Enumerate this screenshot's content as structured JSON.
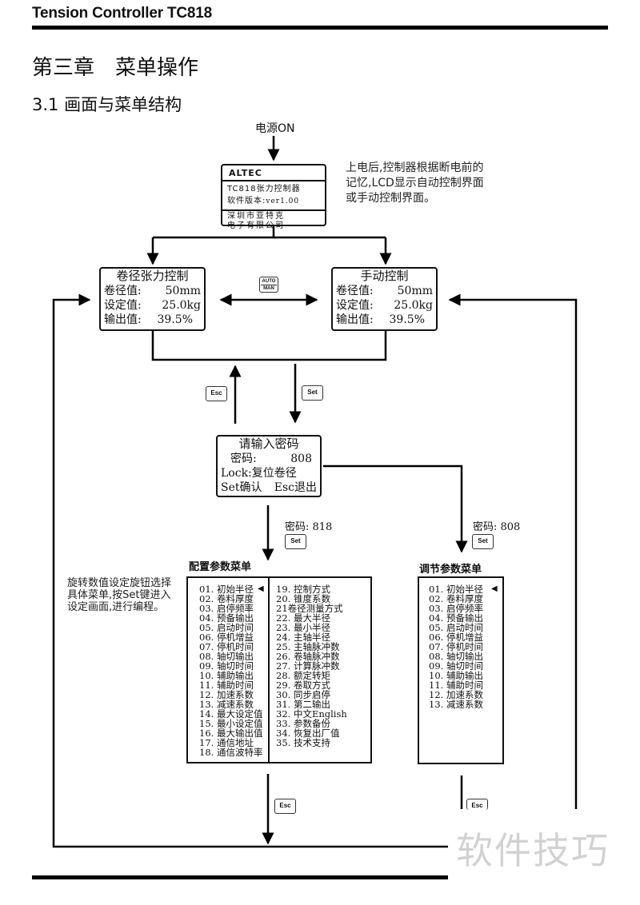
{
  "header": {
    "title": "Tension Controller TC818"
  },
  "chapter": {
    "number": "第三章",
    "title": "菜单操作"
  },
  "section": {
    "title": "3.1 画面与菜单结构"
  },
  "flow": {
    "power_on": "电源ON",
    "power_note": [
      "上电后,控制器根据断电前的",
      "记忆,LCD显示自动控制界面",
      "或手动控制界面。"
    ],
    "splash": {
      "brand": "ALTEC",
      "model": "TC818张力控制器",
      "version_label": "软件版本:",
      "version": "ver1.00",
      "company_line1": "深圳市亚特克",
      "company_line2": "电子有限公司"
    },
    "auto_screen": {
      "title": "卷径张力控制",
      "rows": [
        {
          "label": "卷径值:",
          "value": "50mm"
        },
        {
          "label": "设定值:",
          "value": "25.0kg"
        },
        {
          "label": "输出值:",
          "value": "39.5%"
        }
      ]
    },
    "manual_screen": {
      "title": "手动控制",
      "rows": [
        {
          "label": "卷径值:",
          "value": "50mm"
        },
        {
          "label": "设定值:",
          "value": "25.0kg"
        },
        {
          "label": "输出值:",
          "value": "39.5%"
        }
      ]
    },
    "auto_man_key": {
      "top": "AUTO",
      "bottom": "MAN"
    },
    "keys": {
      "esc": "Esc",
      "set": "Set"
    },
    "password_screen": {
      "title": "请输入密码",
      "password_label": "密码:",
      "password_value": "808",
      "lock_line": "Lock:复位卷径",
      "confirm": "Set确认",
      "exit": "Esc退出"
    },
    "config_password": "密码: 818",
    "adjust_password": "密码: 808",
    "rotate_note": [
      "旋转数值设定旋钮选择",
      "具体菜单,按Set键进入",
      "设定画面,进行编程。"
    ],
    "config_menu": {
      "title": "配置参数菜单",
      "selected_index": 0,
      "left_items": [
        "01. 初始半径",
        "02. 卷料厚度",
        "03. 启停频率",
        "04. 预备输出",
        "05. 启动时间",
        "06. 停机增益",
        "07. 停机时间",
        "08. 轴切输出",
        "09. 轴切时间",
        "10. 辅助输出",
        "11. 辅助时间",
        "12. 加速系数",
        "13. 减速系数",
        "14. 最大设定值",
        "15. 最小设定值",
        "16. 最大输出值",
        "17. 通信地址",
        "18. 通信波特率"
      ],
      "right_items": [
        "19. 控制方式",
        "20. 锥度系数",
        "21卷径测量方式",
        "22. 最大半径",
        "23. 最小半径",
        "24. 主轴半径",
        "25. 主轴脉冲数",
        "26. 卷轴脉冲数",
        "27. 计算脉冲数",
        "28. 额定转矩",
        "29. 卷取方式",
        "30. 同步启停",
        "31. 第二输出",
        "32. 中文English",
        "33. 参数备份",
        "34. 恢复出厂值",
        "35. 技术支持"
      ]
    },
    "adjust_menu": {
      "title": "调节参数菜单",
      "selected_index": 0,
      "items": [
        "01. 初始半径",
        "02. 卷料厚度",
        "03. 启停频率",
        "04. 预备输出",
        "05. 启动时间",
        "06. 停机增益",
        "07. 停机时间",
        "08. 轴切输出",
        "09. 轴切时间",
        "10. 辅助输出",
        "11. 辅助时间",
        "12. 加速系数",
        "13. 减速系数"
      ]
    }
  },
  "watermark": "软件技巧"
}
